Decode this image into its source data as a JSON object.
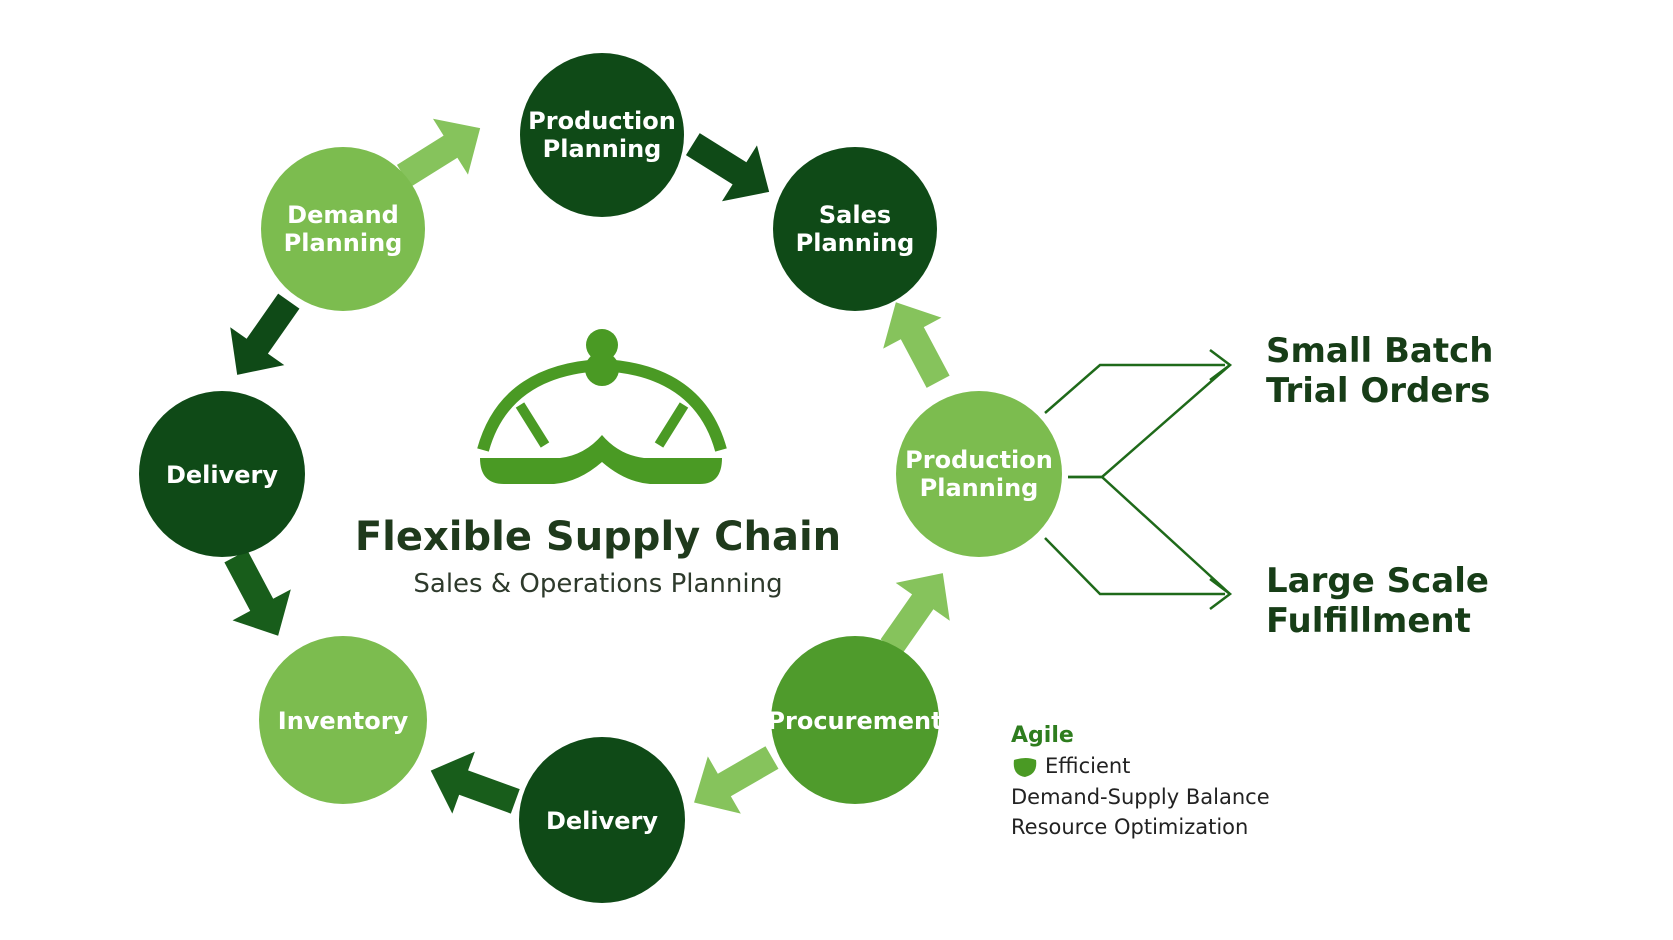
{
  "colors": {
    "dark": "#0f4a17",
    "medium": "#4f9b2c",
    "light": "#7cbc4f",
    "arrow_light": "#86c35c",
    "arrow_dark": "#185d1b",
    "logo": "#4a9a24",
    "branch_line": "#1f6a1a"
  },
  "center": {
    "title": "Flexible Supply Chain",
    "subtitle": "Sales & Operations Planning",
    "icon": "balance-scale-icon"
  },
  "nodes": [
    {
      "id": "production-planning-top",
      "lines": [
        "Production",
        "Planning"
      ],
      "tone": "dark"
    },
    {
      "id": "sales-planning",
      "lines": [
        "Sales",
        "Planning"
      ],
      "tone": "dark"
    },
    {
      "id": "demand-planning",
      "lines": [
        "Demand",
        "Planning"
      ],
      "tone": "light"
    },
    {
      "id": "delivery-left",
      "lines": [
        "Delivery"
      ],
      "tone": "dark"
    },
    {
      "id": "production-planning-right",
      "lines": [
        "Production",
        "Planning"
      ],
      "tone": "light"
    },
    {
      "id": "inventory",
      "lines": [
        "Inventory"
      ],
      "tone": "light"
    },
    {
      "id": "procurement",
      "lines": [
        "Procurement"
      ],
      "tone": "medium"
    },
    {
      "id": "delivery-bottom",
      "lines": [
        "Delivery"
      ],
      "tone": "dark"
    }
  ],
  "branches": {
    "top": [
      "Small Batch",
      "Trial Orders"
    ],
    "bottom": [
      "Large Scale",
      "Fulfillment"
    ]
  },
  "legend": {
    "title": "Agile",
    "items": [
      "Efficient",
      "Demand-Supply Balance",
      "Resource Optimization"
    ],
    "bullet_icon": "leaf-icon"
  }
}
